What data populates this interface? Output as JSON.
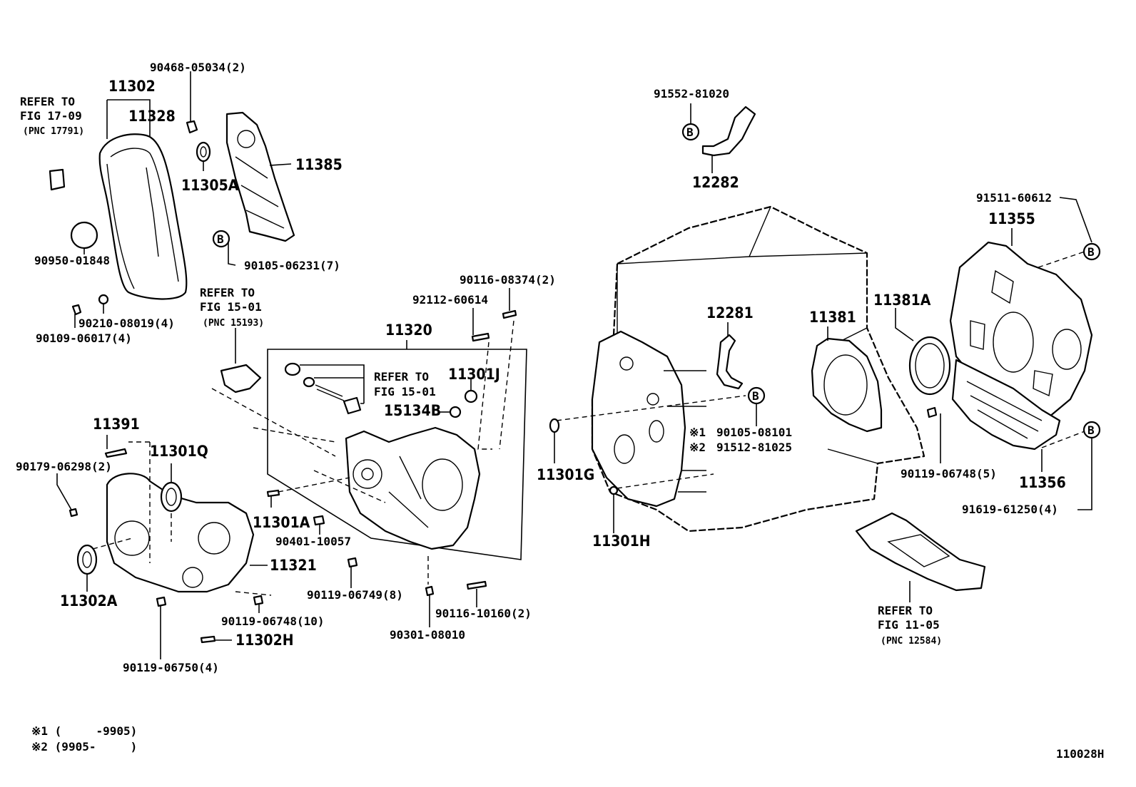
{
  "labels": {
    "p90468": "90468-05034(2)",
    "p11302": "11302",
    "p11328": "11328",
    "refer_a1": "REFER TO",
    "refer_a2": "FIG 17-09",
    "refer_a3": "(PNC 17791)",
    "p11305A": "11305A",
    "p11385": "11385",
    "p90950": "90950-01848",
    "p90105_06231": "90105-06231(7)",
    "p90210": "90210-08019(4)",
    "p90109": "90109-06017(4)",
    "refer_b1": "REFER TO",
    "refer_b2": "FIG 15-01",
    "refer_b3": "(PNC 15193)",
    "p90116_08374": "90116-08374(2)",
    "p92112": "92112-60614",
    "p11320": "11320",
    "refer_c1": "REFER TO",
    "refer_c2": "FIG 15-01",
    "p11301J": "11301J",
    "p15134B": "15134B",
    "p11391": "11391",
    "p11301Q": "11301Q",
    "p90179": "90179-06298(2)",
    "p11301A": "11301A",
    "p90401": "90401-10057",
    "p11321": "11321",
    "p11302A": "11302A",
    "p90119_06749": "90119-06749(8)",
    "p90119_06748_10": "90119-06748(10)",
    "p90116_10160": "90116-10160(2)",
    "p11302H": "11302H",
    "p90301": "90301-08010",
    "p90119_06750": "90119-06750(4)",
    "p91552": "91552-81020",
    "p12282": "12282",
    "p12281": "12281",
    "p11381": "11381",
    "p11381A": "11381A",
    "p91511": "91511-60612",
    "p11355": "11355",
    "p90105_08101": "90105-08101",
    "p91512": "91512-81025",
    "mark1": "※1",
    "mark2": "※2",
    "p11301G": "11301G",
    "p11301H": "11301H",
    "p90119_06748_5": "90119-06748(5)",
    "p11356": "11356",
    "p91619": "91619-61250(4)",
    "refer_d1": "REFER TO",
    "refer_d2": "FIG 11-05",
    "refer_d3": "(PNC 12584)",
    "note1": "※1 (     -9905)",
    "note2": "※2 (9905-     )",
    "b": "B",
    "fig_id": "110028H"
  }
}
